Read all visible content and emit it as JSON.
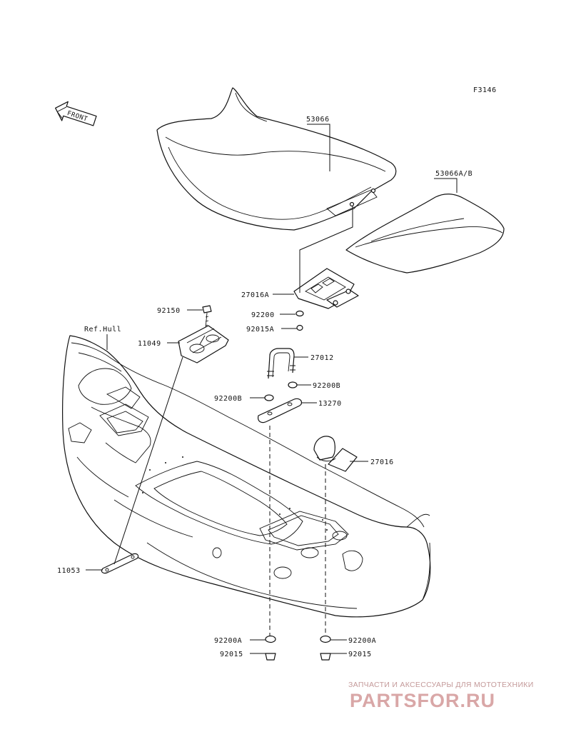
{
  "figure_code": "F3146",
  "front_label": "FRONT",
  "ref_label": "Ref.Hull",
  "callouts": [
    {
      "id": "53066",
      "text": "53066"
    },
    {
      "id": "53066ab",
      "text": "53066A/B"
    },
    {
      "id": "27016a",
      "text": "27016A"
    },
    {
      "id": "92200",
      "text": "92200"
    },
    {
      "id": "92015a",
      "text": "92015A"
    },
    {
      "id": "92150",
      "text": "92150"
    },
    {
      "id": "11049",
      "text": "11049"
    },
    {
      "id": "27012",
      "text": "27012"
    },
    {
      "id": "92200b-right",
      "text": "92200B"
    },
    {
      "id": "92200b-left",
      "text": "92200B"
    },
    {
      "id": "13270",
      "text": "13270"
    },
    {
      "id": "27016",
      "text": "27016"
    },
    {
      "id": "11053",
      "text": "11053"
    },
    {
      "id": "92200a-left",
      "text": "92200A"
    },
    {
      "id": "92015-left",
      "text": "92015"
    },
    {
      "id": "92200a-right",
      "text": "92200A"
    },
    {
      "id": "92015-right",
      "text": "92015"
    }
  ],
  "watermark": {
    "tagline": "ЗАПЧАСТИ И АКСЕССУАРЫ ДЛЯ МОТОТЕХНИКИ",
    "brand": "PARTSFOR.RU",
    "color": "#d9a7a7"
  }
}
